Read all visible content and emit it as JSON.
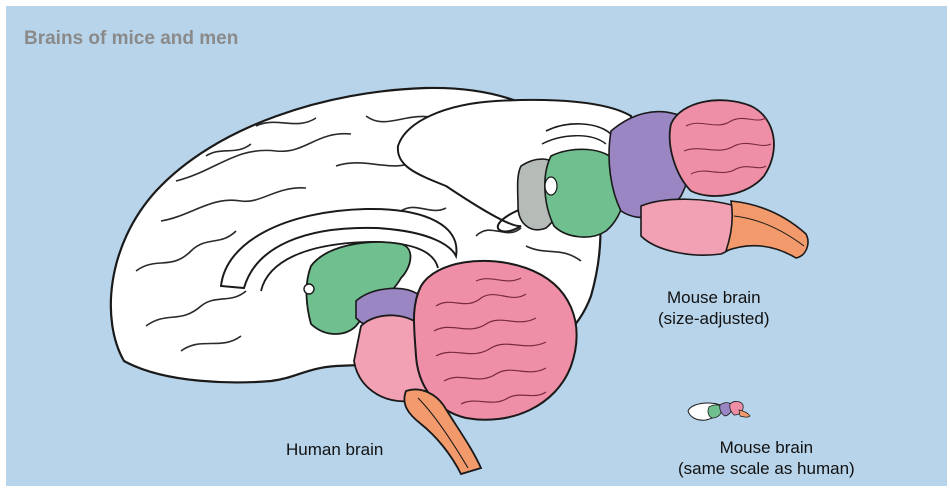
{
  "title": "Brains of mice and men",
  "labels": {
    "human": "Human brain",
    "mouse_adjusted_line1": "Mouse brain",
    "mouse_adjusted_line2": "(size-adjusted)",
    "mouse_scale_line1": "Mouse brain",
    "mouse_scale_line2": "(same scale as human)"
  },
  "colors": {
    "background": "#b8d4ea",
    "title": "#8a8a8a",
    "cortex": "#ffffff",
    "outline": "#1a1a1a",
    "thalamus": "#6fc08e",
    "midbrain": "#9b86c4",
    "cerebellum": "#ee8fa7",
    "pons": "#f2a0b4",
    "medulla": "#f39a6c",
    "olfactory": "#b5bcb8"
  },
  "icons": {
    "human_brain": "human-brain-illustration",
    "mouse_brain_large": "mouse-brain-illustration",
    "mouse_brain_small": "mouse-brain-small-illustration"
  }
}
